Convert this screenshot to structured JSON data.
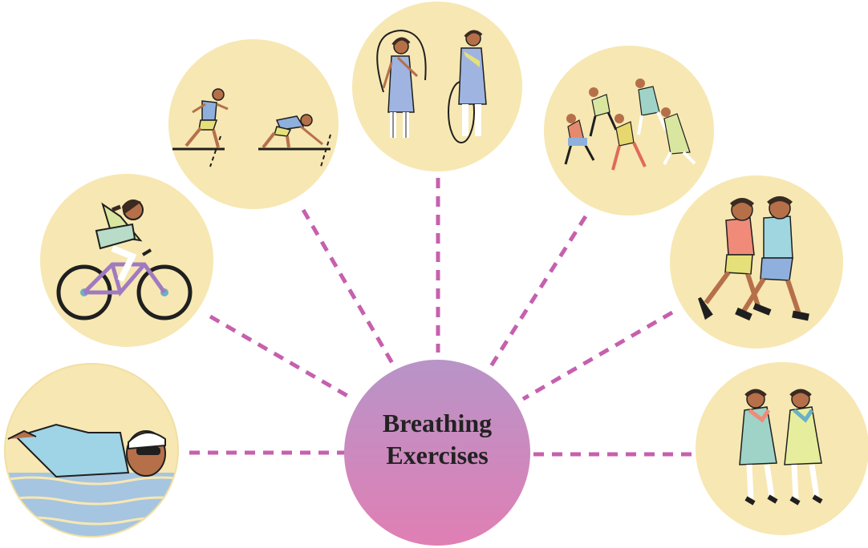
{
  "center": {
    "line1": "Breathing",
    "line2": "Exercises",
    "gradient_top": "#b894c8",
    "gradient_bottom": "#e07fb4"
  },
  "colors": {
    "bubble_fill": "#f7e7b2",
    "connector": "#c660ae",
    "water": "#a6c5e0",
    "skin": "#b5704a",
    "outline": "#1f1f1f"
  },
  "activities": [
    {
      "name": "swimming",
      "icon": "swimmer-icon"
    },
    {
      "name": "cycling",
      "icon": "cyclist-icon"
    },
    {
      "name": "sprint-start",
      "icon": "runner-start-icon"
    },
    {
      "name": "skipping-rope",
      "icon": "jump-rope-icon"
    },
    {
      "name": "stretching",
      "icon": "stretching-group-icon"
    },
    {
      "name": "jogging",
      "icon": "joggers-icon"
    },
    {
      "name": "brisk-walking",
      "icon": "walkers-icon"
    }
  ]
}
